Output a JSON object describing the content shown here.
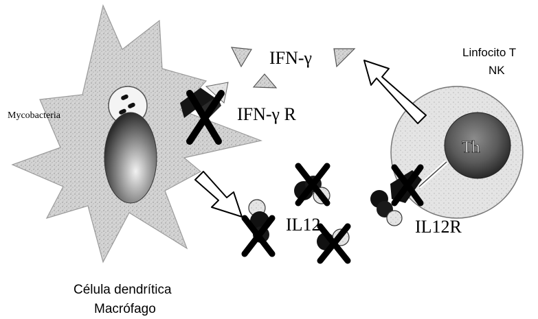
{
  "labels": {
    "mycobacteria": "Mycobacteria",
    "ifn_gamma": "IFN-γ",
    "ifn_gamma_r": "IFN-γ R",
    "il12": "IL12",
    "il12r": "IL12R",
    "th": "Th",
    "lymphocyte_line1": "Linfocito T",
    "lymphocyte_line2": "NK",
    "cell_line1": "Célula dendrítica",
    "cell_line2": "Macrófago"
  }
}
